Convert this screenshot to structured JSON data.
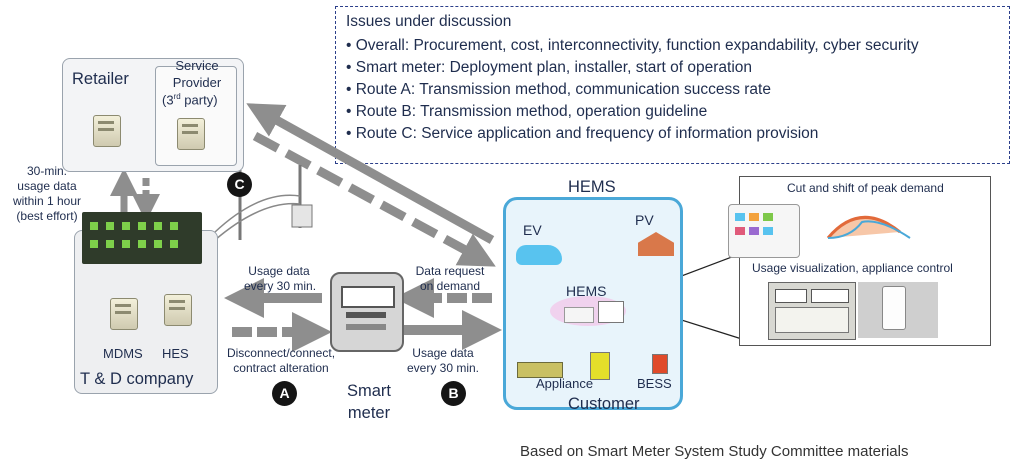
{
  "issues": {
    "heading": "Issues under discussion",
    "items": [
      "• Overall: Procurement, cost, interconnectivity, function expandability, cyber security",
      "• Smart meter: Deployment plan, installer, start of operation",
      "• Route A: Transmission method, communication success rate",
      "• Route B: Transmission method, operation guideline",
      "• Route C: Service application and frequency of information provision"
    ]
  },
  "retailer": {
    "label": "Retailer"
  },
  "service_provider": {
    "line1": "Service",
    "line2": "Provider",
    "line3a": "(3",
    "line3sup": "rd",
    "line3b": " party)"
  },
  "left_note": [
    "30-min.",
    "usage data",
    "within 1 hour",
    "(best effort)"
  ],
  "td_company": {
    "label": "T & D company",
    "mdms": "MDMS",
    "hes": "HES"
  },
  "route_labels": {
    "a": "A",
    "b": "B",
    "c": "C"
  },
  "route_a": {
    "top": [
      "Usage data",
      "every 30 min."
    ],
    "bottom": [
      "Disconnect/connect,",
      "contract alteration"
    ]
  },
  "route_b": {
    "top": [
      "Data request",
      "on demand"
    ],
    "bottom": [
      "Usage data",
      "every 30 min."
    ]
  },
  "smart_meter": {
    "line1": "Smart",
    "line2": "meter"
  },
  "hems": {
    "title": "HEMS",
    "center": "HEMS",
    "ev": "EV",
    "pv": "PV",
    "appliance": "Appliance",
    "bess": "BESS",
    "customer": "Customer"
  },
  "peak": {
    "label": "Cut and shift of peak demand"
  },
  "usage_vis": {
    "label": "Usage visualization, appliance control"
  },
  "footer": "Based on Smart Meter System Study Committee materials",
  "colors": {
    "arrow": "#8e8e8e",
    "hems_border": "#4aa8d8",
    "hems_bg": "#e8f4fb",
    "text": "#1f2d4e"
  }
}
